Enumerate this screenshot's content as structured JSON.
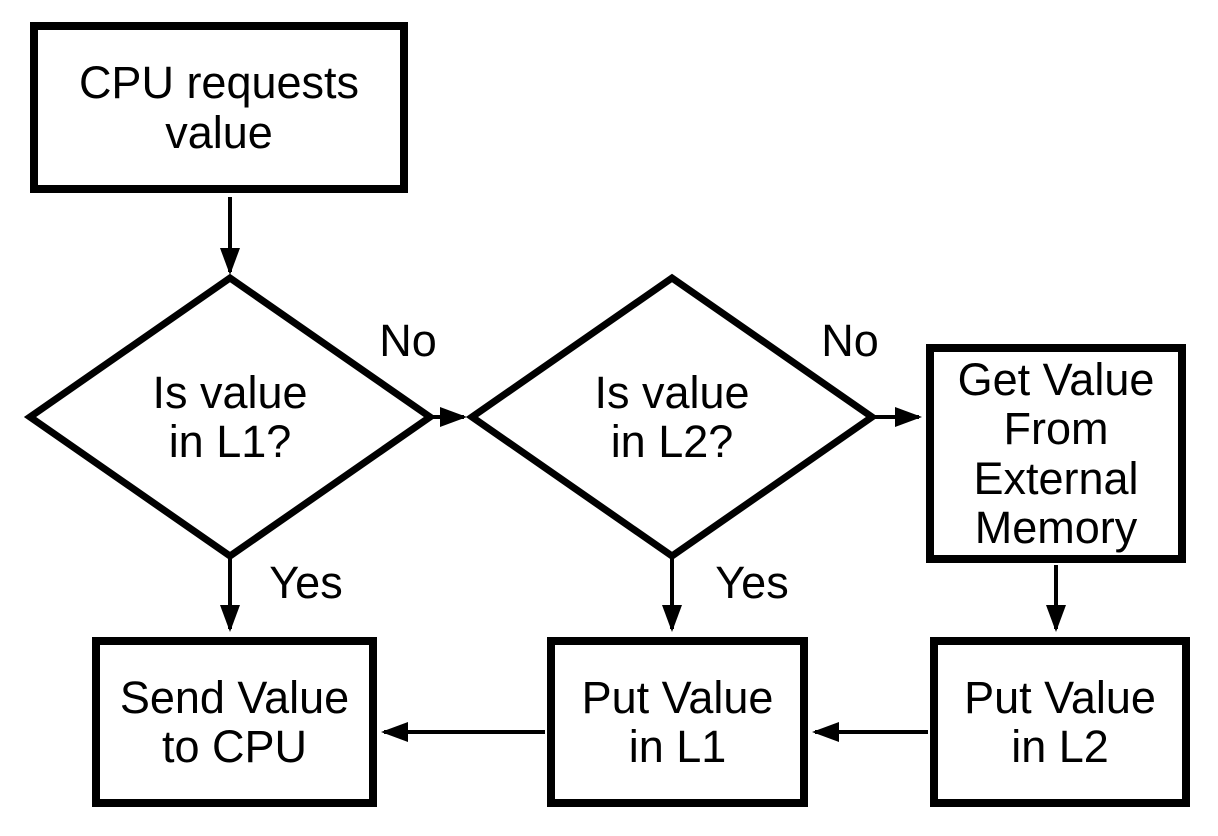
{
  "diagram": {
    "type": "flowchart",
    "title_inferred_from_pixels_only": false,
    "background_color": "#ffffff",
    "stroke_color": "#000000",
    "text_color": "#000000",
    "nodes": [
      {
        "id": "cpu-requests-value",
        "shape": "rectangle",
        "label": "CPU requests\nvalue"
      },
      {
        "id": "is-value-in-l1",
        "shape": "diamond",
        "label": "Is value\nin L1?"
      },
      {
        "id": "is-value-in-l2",
        "shape": "diamond",
        "label": "Is value\nin L2?"
      },
      {
        "id": "get-value-external-memory",
        "shape": "rectangle",
        "label": "Get Value\nFrom\nExternal\nMemory"
      },
      {
        "id": "send-value-to-cpu",
        "shape": "rectangle",
        "label": "Send Value\nto CPU"
      },
      {
        "id": "put-value-in-l1",
        "shape": "rectangle",
        "label": "Put Value\nin L1"
      },
      {
        "id": "put-value-in-l2",
        "shape": "rectangle",
        "label": "Put Value\nin L2"
      }
    ],
    "edges": [
      {
        "from": "cpu-requests-value",
        "to": "is-value-in-l1",
        "label": ""
      },
      {
        "from": "is-value-in-l1",
        "to": "is-value-in-l2",
        "label": "No"
      },
      {
        "from": "is-value-in-l1",
        "to": "send-value-to-cpu",
        "label": "Yes"
      },
      {
        "from": "is-value-in-l2",
        "to": "get-value-external-memory",
        "label": "No"
      },
      {
        "from": "is-value-in-l2",
        "to": "put-value-in-l1",
        "label": "Yes"
      },
      {
        "from": "get-value-external-memory",
        "to": "put-value-in-l2",
        "label": ""
      },
      {
        "from": "put-value-in-l2",
        "to": "put-value-in-l1",
        "label": ""
      },
      {
        "from": "put-value-in-l1",
        "to": "send-value-to-cpu",
        "label": ""
      }
    ]
  }
}
